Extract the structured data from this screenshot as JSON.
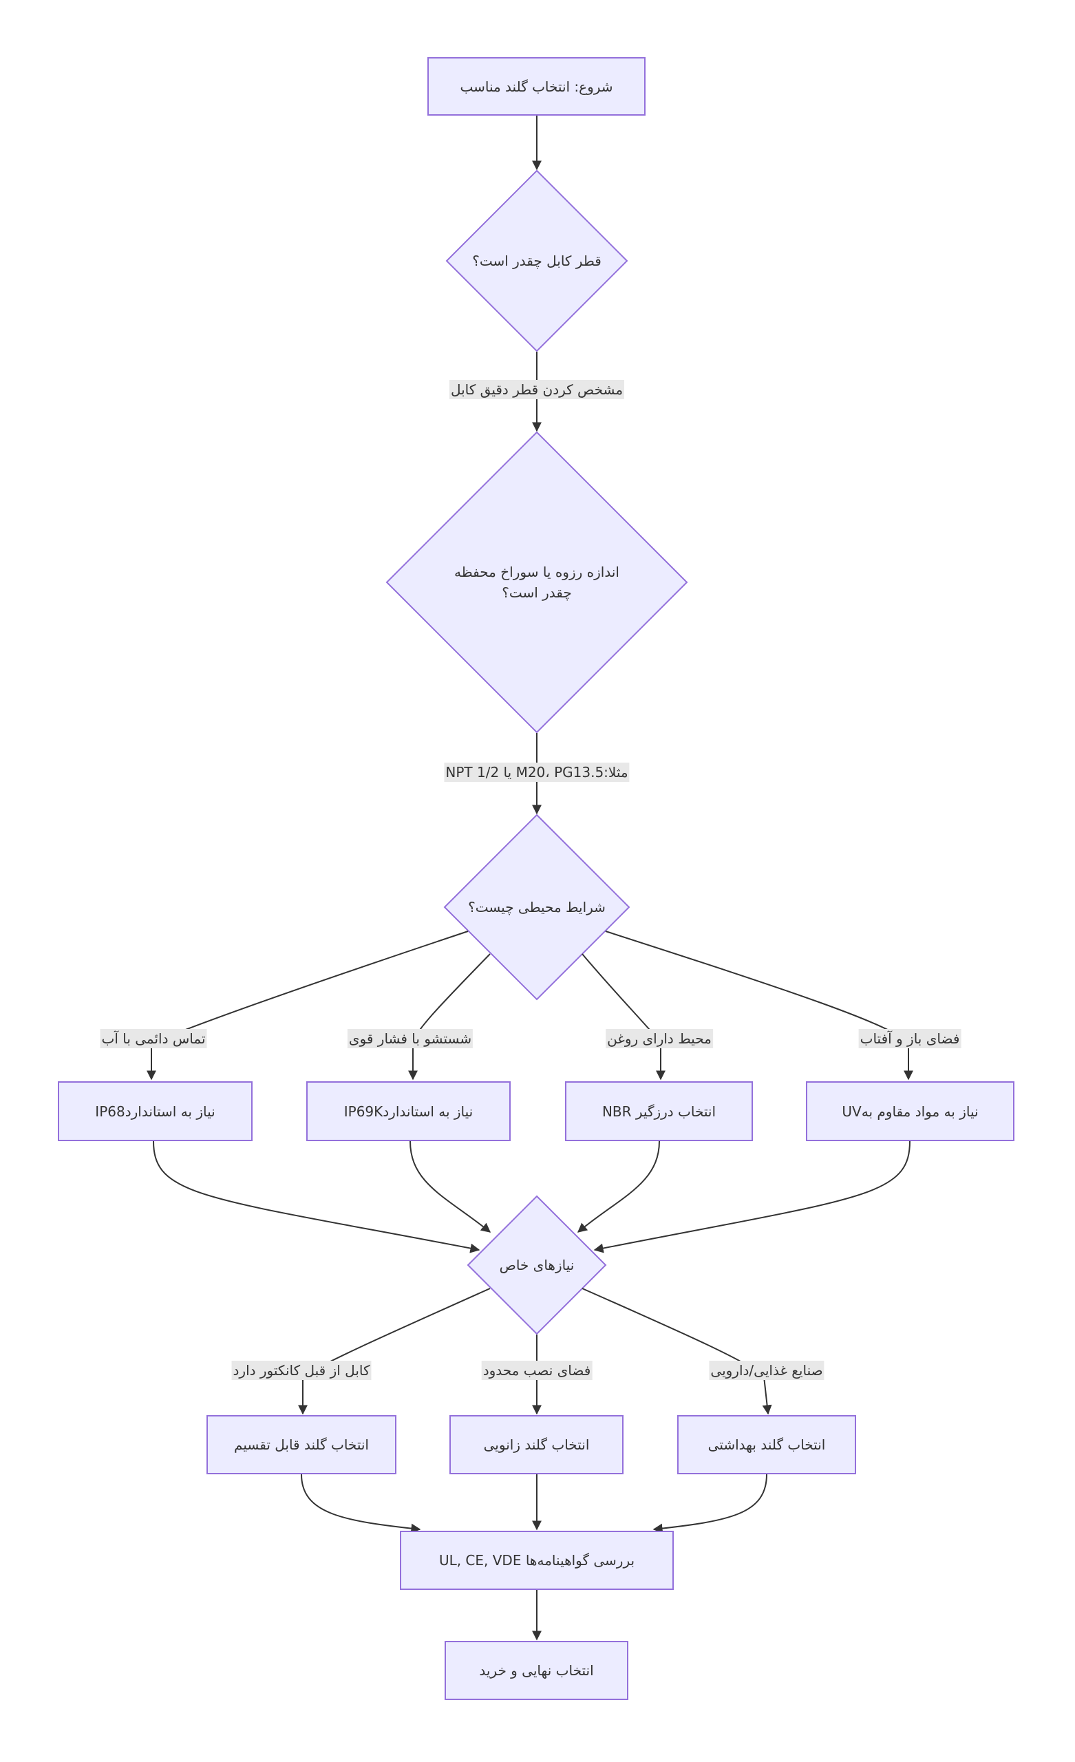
{
  "nodes": {
    "start": "شروع: انتخاب گلند مناسب",
    "q_diameter": "قطر کابل چقدر است؟",
    "q_thread": "اندازه رزوه یا سوراخ محفظه چقدر است؟",
    "q_env": "شرایط محیطی چیست؟",
    "ip68": "نیاز به استانداردIP68",
    "ip69k": "نیاز به استانداردIP69K",
    "nbr": "انتخاب درزگیر NBR",
    "uv": "نیاز به مواد مقاوم بهUV",
    "special": "نیازهای خاص",
    "split_gland": "انتخاب گلند قابل تقسیم",
    "elbow_gland": "انتخاب گلند زانویی",
    "hygienic_gland": "انتخاب گلند بهداشتی",
    "certs": "بررسی گواهینامه‌ها UL, CE, VDE",
    "final": "انتخاب نهایی و خرید"
  },
  "edge_labels": {
    "diameter_to_thread": "مشخص کردن قطر دقیق کابل",
    "thread_to_env": "مثلا:M20، PG13.5 یا NPT 1/2",
    "env_water": "تماس دائمی با آب",
    "env_washdown": "شستشو با فشار قوی",
    "env_oil": "محیط دارای روغن",
    "env_outdoor": "فضای باز و آفتاب",
    "special_connector": "کابل از قبل کانکتور دارد",
    "special_space": "فضای نصب محدود",
    "special_food": "صنایع غذایی/دارویی"
  },
  "colors": {
    "node_fill": "#ECECFF",
    "node_stroke": "#9370DB",
    "edge": "#333333",
    "label_bg": "#E8E8E8",
    "text": "#333333"
  }
}
